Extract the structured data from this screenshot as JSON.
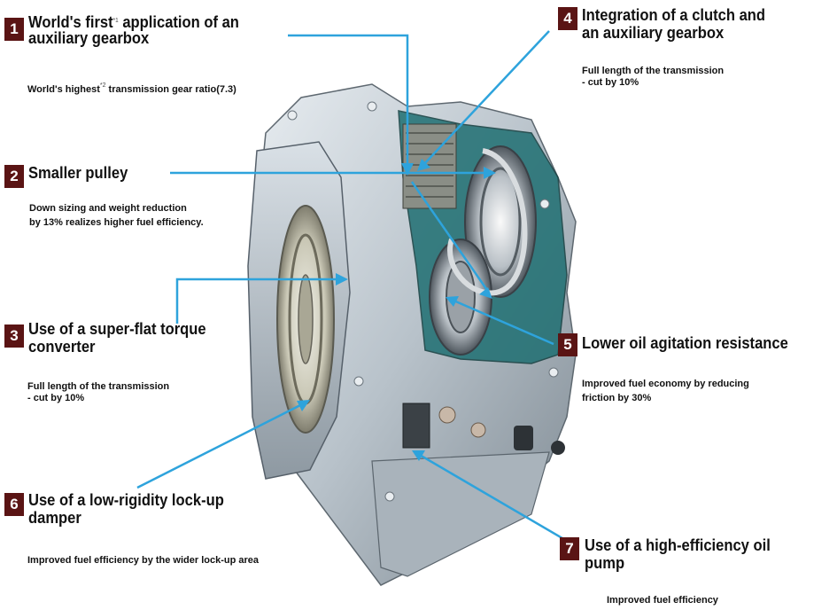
{
  "callouts": [
    {
      "num": "1",
      "title_pre": "World's first",
      "title_note": "*1",
      "title_post": " application of an",
      "title_line2": "auxiliary gearbox",
      "desc_pre": "World's highest",
      "desc_note": "*2",
      "desc_post": " transmission gear ratio(7.3)"
    },
    {
      "num": "2",
      "title": "Smaller pulley",
      "desc1": "Down sizing and weight reduction",
      "desc2": "by 13% realizes higher fuel efficiency."
    },
    {
      "num": "3",
      "title1": "Use of a super-flat torque",
      "title2": "converter",
      "desc1": "Full length of the transmission",
      "desc2": "- cut by 10%"
    },
    {
      "num": "4",
      "title1": "Integration of a clutch and",
      "title2": "an auxiliary gearbox",
      "desc1": "Full length of the transmission",
      "desc2": "- cut by 10%"
    },
    {
      "num": "5",
      "title": "Lower oil agitation resistance",
      "desc1": "Improved fuel economy by reducing",
      "desc2": "friction by 30%"
    },
    {
      "num": "6",
      "title1": "Use of a low-rigidity lock-up",
      "title2": "damper",
      "desc1": "Improved fuel efficiency by the wider lock-up area"
    },
    {
      "num": "7",
      "title1": "Use of a high-efficiency oil",
      "title2": "pump",
      "desc1": "Improved fuel efficiency"
    }
  ],
  "colors": {
    "badge": "#5a1414",
    "leader": "#2ea3dc",
    "metal_light": "#cfd6dc",
    "metal_dark": "#6f7a84",
    "teal": "#1f6f72"
  }
}
